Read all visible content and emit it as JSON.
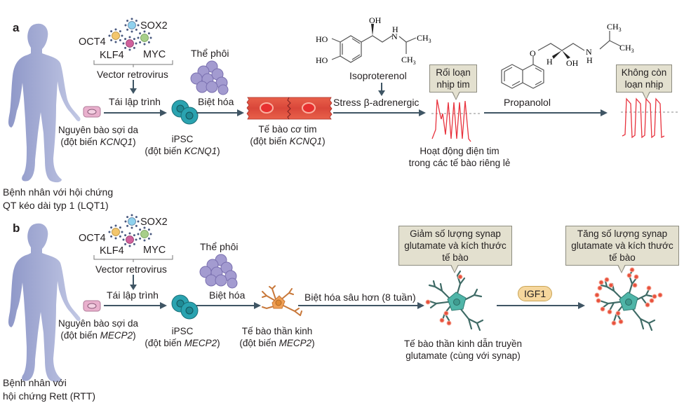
{
  "panel_a": {
    "letter": "a",
    "factors": {
      "sox2": "SOX2",
      "oct4": "OCT4",
      "klf4": "KLF4",
      "myc": "MYC"
    },
    "vector_label": "Vector retrovirus",
    "embryoid_label": "Thể phôi",
    "reprogram_label": "Tái lập trình",
    "differentiate_label": "Biệt hóa",
    "fibroblast_label": [
      "Nguyên bào sợi da",
      "(đột biến ",
      "KCNQ1",
      ")"
    ],
    "ipsc_label": [
      "iPSC",
      "(đột biến ",
      "KCNQ1",
      ")"
    ],
    "cardiomyocyte_label": [
      "Tế bào cơ tim",
      "(đột biến ",
      "KCNQ1",
      ")"
    ],
    "patient_label": [
      "Bệnh nhân với hội chứng",
      "QT kéo dài typ 1 (LQT1)"
    ],
    "isoproterenol": {
      "name": "Isoproterenol",
      "atoms": {
        "oh": "OH",
        "ho1": "HO",
        "ho2": "HO",
        "h": "H",
        "n": "N",
        "ch3a": "CH",
        "ch3b": "CH",
        "sub": "3"
      }
    },
    "stress_label": "Stress β-adrenergic",
    "arrhythmia_callout": [
      "Rối loạn",
      "nhịp tim"
    ],
    "electrical_label": [
      "Hoạt động điện tim",
      "trong các tế bào riêng lẻ"
    ],
    "propranolol": {
      "name": "Propanolol",
      "atoms": {
        "o": "O",
        "h": "H",
        "oh": "OH",
        "n": "N",
        "nh": "H",
        "ch3a": "CH",
        "ch3b": "CH",
        "sub": "3"
      }
    },
    "no_arrhythmia_callout": [
      "Không còn",
      "loạn nhịp"
    ]
  },
  "panel_b": {
    "letter": "b",
    "factors": {
      "sox2": "SOX2",
      "oct4": "OCT4",
      "klf4": "KLF4",
      "myc": "MYC"
    },
    "vector_label": "Vector retrovirus",
    "embryoid_label": "Thể phôi",
    "reprogram_label": "Tái lập trình",
    "differentiate_label": "Biệt hóa",
    "further_diff_label": "Biệt hóa sâu hơn (8 tuần)",
    "fibroblast_label": [
      "Nguyên bào sợi da",
      "(đột biến ",
      "MECP2",
      ")"
    ],
    "ipsc_label": [
      "iPSC",
      "(đột biến ",
      "MECP2",
      ")"
    ],
    "neuron_label": [
      "Tế bào thần kinh",
      "(đột biến ",
      "MECP2",
      ")"
    ],
    "glut_neuron_label": [
      "Tế bào thần kinh dẫn truyền",
      "glutamate (cùng với synap)"
    ],
    "patient_label": [
      "Bệnh nhân với",
      "hội chứng Rett (RTT)"
    ],
    "decrease_callout": [
      "Giảm số lượng synap",
      "glutamate và kích thước",
      "tế bào"
    ],
    "increase_callout": [
      "Tăng số lượng synap",
      "glutamate và kích thước",
      "tế bào"
    ],
    "igf1_label": "IGF1"
  },
  "colors": {
    "body": "#9aa3cf",
    "arrow": "#3f5564",
    "ipsc": "#2aa3b0",
    "embryoid": "#a39bd0",
    "fibroblast": "#e9b0cd",
    "cardiomyocyte": "#e0503a",
    "trace": "#e8323d",
    "neuron_orange": "#f0a055",
    "neuron_teal": "#4fb5a8",
    "synapse": "#e8523e",
    "callout_bg": "#e3e0cf",
    "igf1_bg": "#f6d79d",
    "factor_sox2": "#8fd1ee",
    "factor_oct4": "#f3c66d",
    "factor_klf4": "#d0619c",
    "factor_myc": "#a7cf8a"
  }
}
